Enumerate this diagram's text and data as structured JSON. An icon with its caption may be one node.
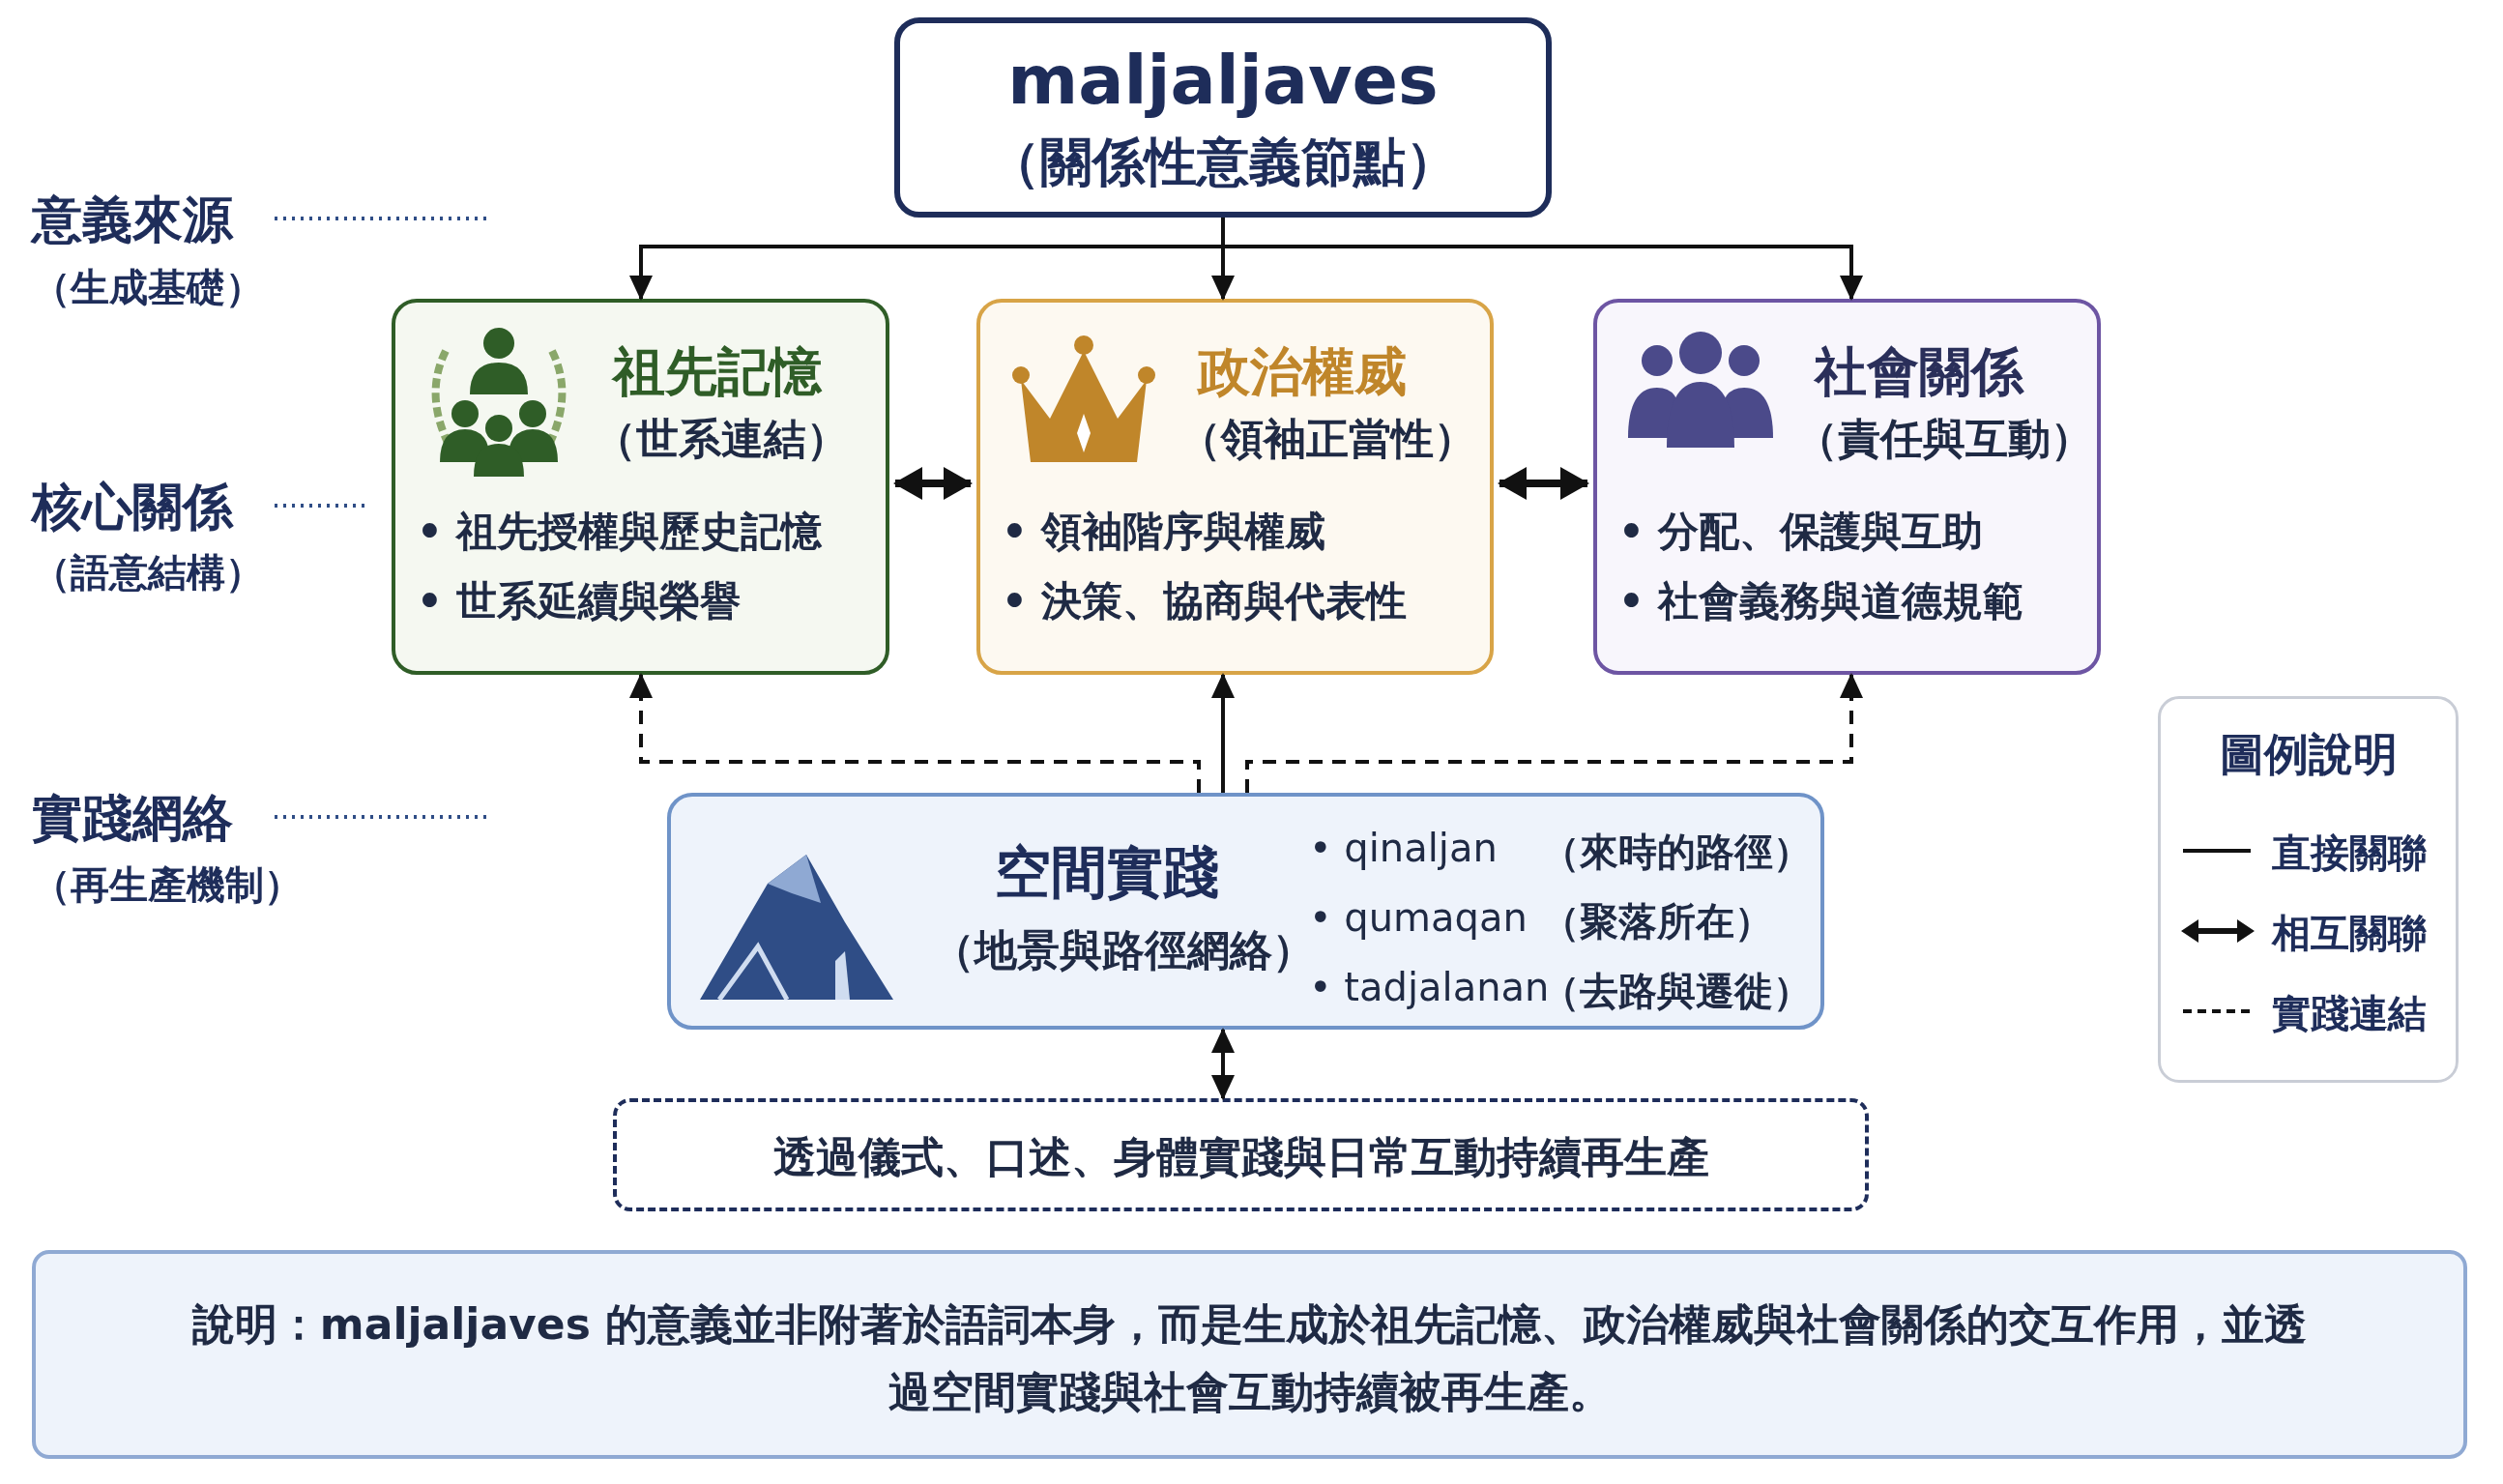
{
  "diagram": {
    "nodes": [
      {
        "text": [
          "maljaljaves",
          "（關係性意義節點）"
        ]
      },
      {
        "text": [
          "祖先記憶",
          "（世系連結）",
          "• 祖先授權與歷史記憶",
          "• 世系延續與榮譽"
        ]
      },
      {
        "text": [
          "政治權威",
          "（領袖正當性）",
          "• 領袖階序與權威",
          "• 決策、協商與代表性"
        ]
      },
      {
        "text": [
          "社會關係",
          "（責任與互動）",
          "• 分配、保護與互助",
          "• 社會義務與道德規範"
        ]
      },
      {
        "text": [
          "空間實踐",
          "（地景與路徑網絡）",
          "• qinaljan",
          "（來時的路徑）",
          "• qumaqan",
          "（聚落所在）",
          "• tadjalanan",
          "（去路與遷徙）"
        ]
      },
      {
        "text": [
          "透過儀式、口述、身體實踐與日常互動持續再生產"
        ]
      },
      {
        "text": [
          "說明：maljaljaves 的意義並非附著於語詞本身，而是生成於祖先記憶、政治權威與社會關係的交互作用，並透過空間實踐與社會互動持續被再生產。"
        ]
      }
    ],
    "edges": [
      {
        "from": 0,
        "to": 1,
        "arrow": "to"
      },
      {
        "from": 0,
        "to": 2,
        "arrow": "to"
      },
      {
        "from": 0,
        "to": 3,
        "arrow": "to"
      },
      {
        "from": 1,
        "to": 2,
        "arrow": "both",
        "style": "thick"
      },
      {
        "from": 2,
        "to": 3,
        "arrow": "both",
        "style": "thick"
      },
      {
        "from": 4,
        "to": 1,
        "arrow": "to",
        "style": "dashed"
      },
      {
        "from": 4,
        "to": 2,
        "arrow": "to"
      },
      {
        "from": 4,
        "to": 3,
        "arrow": "to",
        "style": "dashed"
      },
      {
        "from": 4,
        "to": 5,
        "arrow": "both"
      }
    ],
    "labels": [
      "意義來源",
      "（生成基礎）",
      "核心關係",
      "（語意結構）",
      "實踐網絡",
      "（再生產機制）",
      "圖例說明"
    ],
    "legend": [
      {
        "text": "直接關聯"
      },
      {
        "text": "相互關聯"
      },
      {
        "text": "實踐連結"
      }
    ]
  }
}
